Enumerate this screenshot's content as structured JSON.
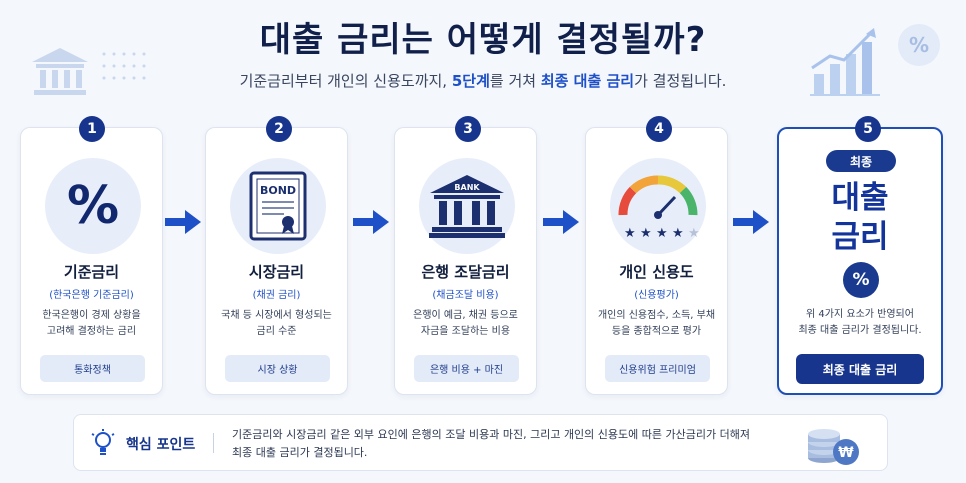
{
  "header": {
    "title": "대출 금리는 어떻게 결정될까?",
    "subtitle_pre": "기준금리부터 개인의 신용도까지, ",
    "subtitle_hl1": "5단계",
    "subtitle_mid": "를 거쳐 ",
    "subtitle_hl2": "최종 대출 금리",
    "subtitle_post": "가 결정됩니다."
  },
  "colors": {
    "navy": "#17358c",
    "accent": "#1e50c8",
    "light": "#e4ebf8"
  },
  "steps": [
    {
      "num": "1",
      "icon": "percent-icon",
      "icon_text": "%",
      "title": "기준금리",
      "sub": "(한국은행 기준금리)",
      "desc1": "한국은행이 경제 상황을",
      "desc2": "고려해 결정하는 금리",
      "tag": "통화정책"
    },
    {
      "num": "2",
      "icon": "bond-document-icon",
      "icon_text": "BOND",
      "title": "시장금리",
      "sub": "(채권 금리)",
      "desc1": "국채 등 시장에서 형성되는",
      "desc2": "금리 수준",
      "tag": "시장 상황"
    },
    {
      "num": "3",
      "icon": "bank-building-icon",
      "icon_text": "BANK",
      "title": "은행 조달금리",
      "sub": "(채금조달 비용)",
      "desc1": "은행이 예금, 채권 등으로",
      "desc2": "자금을 조달하는 비용",
      "tag": "은행 비용 + 마진"
    },
    {
      "num": "4",
      "icon": "credit-gauge-icon",
      "title": "개인 신용도",
      "sub": "(신용평가)",
      "desc1": "개인의 신용점수, 소득, 부채",
      "desc2": "등을 종합적으로 평가",
      "tag": "신용위험 프리미엄",
      "stars": 4,
      "stars_total": 5
    }
  ],
  "final": {
    "num": "5",
    "pill": "최종",
    "big1": "대출",
    "big2": "금리",
    "pct": "%",
    "desc1": "위 4가지 요소가 반영되어",
    "desc2": "최종 대출 금리가 결정됩니다.",
    "button": "최종 대출 금리"
  },
  "keypoint": {
    "label": "핵심 포인트",
    "text1": "기준금리와 시장금리 같은 외부 요인에 은행의 조달 비용과 마진, 그리고 개인의 신용도에 따른 가산금리가 더해져",
    "text2": "최종 대출 금리가 결정됩니다."
  },
  "decor": {
    "pct_symbol": "%",
    "coin_symbol": "₩"
  }
}
